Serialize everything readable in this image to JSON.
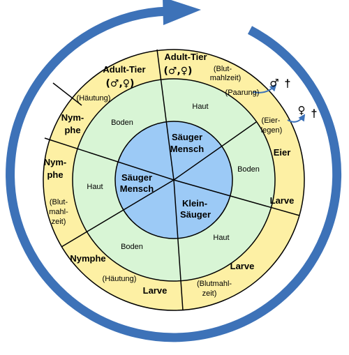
{
  "colors": {
    "outer_ring": "#fdf0a4",
    "middle_ring": "#d8f5d5",
    "inner_circle": "#9ccaf6",
    "cycle_arrow": "#3d72b8",
    "line": "#000000"
  },
  "outer_ring": {
    "adult_left": {
      "title": "Adult-Tier",
      "sexes": "(♂,♀)",
      "note": "(Häutung)"
    },
    "adult_right": {
      "title": "Adult-Tier",
      "sexes": "(♂,♀)",
      "note_line1": "(Blut-",
      "note_line2": "mahlzeit)"
    },
    "mating": "(Paarung)",
    "egg_laying_line1": "(Eier-",
    "egg_laying_line2": "legen)",
    "eggs": "Eier",
    "larva_right": "Larve",
    "larva_bottom_right": "Larve",
    "blood_meal_bottom_line1": "(Blutmahl-",
    "blood_meal_bottom_line2": "zeit)",
    "larva_bottom": "Larve",
    "molting_bottom": "(Häutung)",
    "nymph_bottom": "Nymphe",
    "nymph_left_line1": "Nym-",
    "nymph_left_line2": "phe",
    "blood_meal_left_line1": "(Blut-",
    "blood_meal_left_line2": "mahl-",
    "blood_meal_left_line3": "zeit)",
    "nymph_top_line1": "Nym-",
    "nymph_top_line2": "phe"
  },
  "middle_ring": {
    "haut_top": "Haut",
    "boden_right": "Boden",
    "haut_bottom_right": "Haut",
    "boden_bottom": "Boden",
    "haut_left": "Haut",
    "boden_top_left": "Boden"
  },
  "inner_circle": {
    "host_top_line1": "Säuger",
    "host_top_line2": "Mensch",
    "host_left_line1": "Säuger",
    "host_left_line2": "Mensch",
    "host_right_line1": "Klein-",
    "host_right_line2": "Säuger"
  },
  "outcomes": {
    "male_symbol": "♂",
    "male_death": "†",
    "female_symbol": "♀",
    "female_death": "†"
  }
}
